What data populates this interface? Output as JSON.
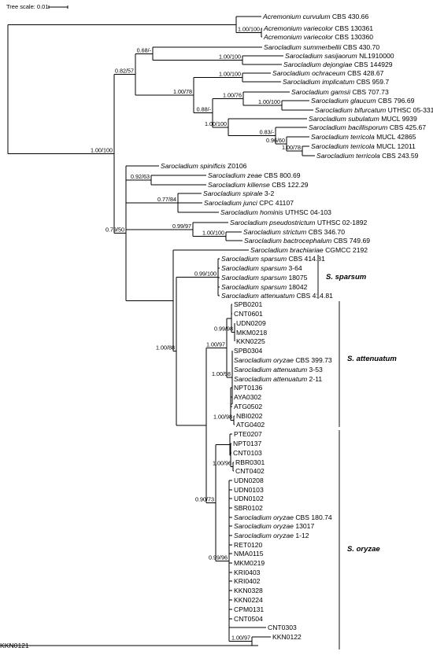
{
  "scale": {
    "label": "Tree scale: 0.01"
  },
  "tips": [
    [
      "Acremonium curvulum",
      "CBS 430.66"
    ],
    [
      "Acremonium variecolor",
      "CBS 130361"
    ],
    [
      "Acremonium variecolor",
      "CBS 130360"
    ],
    [
      "Sarocladium summerbellii",
      "CBS 430.70"
    ],
    [
      "Sarocladium sasijaorum",
      "NL1910000"
    ],
    [
      "Sarocladium dejongiae",
      "CBS 144929"
    ],
    [
      "Sarocladium ochraceum",
      "CBS 428.67"
    ],
    [
      "Sarocladium implicatum",
      "CBS 959.7"
    ],
    [
      "Sarocladium gamsii",
      "CBS 707.73"
    ],
    [
      "Sarocladium glaucum",
      "CBS 796.69"
    ],
    [
      "Sarocladium bifurcatum",
      "UTHSC 05-3311"
    ],
    [
      "Sarocladium subulatum",
      "MUCL 9939"
    ],
    [
      "Sarocladium bacillisporum",
      "CBS 425.67"
    ],
    [
      "Sarocladium terricola",
      "MUCL 42865"
    ],
    [
      "Sarocladium terricola",
      "MUCL 12011"
    ],
    [
      "Sarocladium terricola",
      "CBS 243.59"
    ],
    [
      "Sarocladium spinificis",
      "Z0106"
    ],
    [
      "Sarocladium zeae",
      "CBS 800.69"
    ],
    [
      "Sarocladium kiliense",
      "CBS 122.29"
    ],
    [
      "Sarocladium spirale",
      "3-2"
    ],
    [
      "Sarocladium junci",
      "CPC 41107"
    ],
    [
      "Sarocladium hominis",
      "UTHSC 04-103"
    ],
    [
      "Sarocladium pseudostrictum",
      "UTHSC 02-1892"
    ],
    [
      "Sarocladium strictum",
      "CBS 346.70"
    ],
    [
      "Sarocladium bactrocephalum",
      "CBS 749.69"
    ],
    [
      "Sarocladium brachiariae",
      "CGMCC 2192"
    ],
    [
      "Sarocladium sparsum",
      "CBS 414.81"
    ],
    [
      "Sarocladium sparsum",
      "3-64"
    ],
    [
      "Sarocladium sparsum",
      "18075"
    ],
    [
      "Sarocladium sparsum",
      "18042"
    ],
    [
      "Sarocladium attenuatum",
      "CBS 414.81"
    ],
    [
      "",
      "SPB0201"
    ],
    [
      "",
      "CNT0601"
    ],
    [
      "",
      "UDN0209"
    ],
    [
      "",
      "MKM0218"
    ],
    [
      "",
      "KKN0225"
    ],
    [
      "",
      "SPB0304"
    ],
    [
      "Sarocladium oryzae",
      "CBS 399.73"
    ],
    [
      "Sarocladium attenuatum",
      "3-53"
    ],
    [
      "Sarocladium attenuatum",
      "2-11"
    ],
    [
      "",
      "NPT0136"
    ],
    [
      "",
      "AYA0302"
    ],
    [
      "",
      "ATG0502"
    ],
    [
      "",
      "NBI0202"
    ],
    [
      "",
      "ATG0402"
    ],
    [
      "",
      "PTE0207"
    ],
    [
      "",
      "NPT0137"
    ],
    [
      "",
      "CNT0103"
    ],
    [
      "",
      "RBR0301"
    ],
    [
      "",
      "CNT0402"
    ],
    [
      "",
      "UDN0208"
    ],
    [
      "",
      "UDN0103"
    ],
    [
      "",
      "UDN0102"
    ],
    [
      "",
      "SBR0102"
    ],
    [
      "Sarocladium oryzae",
      "CBS 180.74"
    ],
    [
      "Sarocladium oryzae",
      "13017"
    ],
    [
      "Sarocladium oryzae",
      "1-12"
    ],
    [
      "",
      "RET0120"
    ],
    [
      "",
      "NMA0115"
    ],
    [
      "",
      "MKM0219"
    ],
    [
      "",
      "KRI0403"
    ],
    [
      "",
      "KRI0402"
    ],
    [
      "",
      "KKN0328"
    ],
    [
      "",
      "KKN0224"
    ],
    [
      "",
      "CPM0131"
    ],
    [
      "",
      "CNT0504"
    ],
    [
      "",
      "CNT0303"
    ],
    [
      "",
      "KKN0122"
    ],
    [
      "",
      "KKN0121"
    ]
  ],
  "supports": [
    "1.00/100",
    "1.00/100",
    "0.68/-",
    "1.00/100",
    "0.82/57",
    "1.00/100",
    "1.00/78",
    "1.00/76",
    "1.00/100",
    "0.88/-",
    "1.00/100",
    "0.83/-",
    "0.96/60",
    "1.00/78",
    "0.92/63",
    "0.77/84",
    "0.99/97",
    "1.00/100",
    "0.79/50",
    "0.99/100",
    "0.99/98",
    "1.00/98",
    "1.00/98",
    "1.00/97",
    "1.00/96",
    "1.00/97",
    "0.99/96",
    "0.90/73",
    "1.00/88"
  ],
  "clades": [
    "S. sparsum",
    "S. attenuatum",
    "S. oryzae"
  ]
}
